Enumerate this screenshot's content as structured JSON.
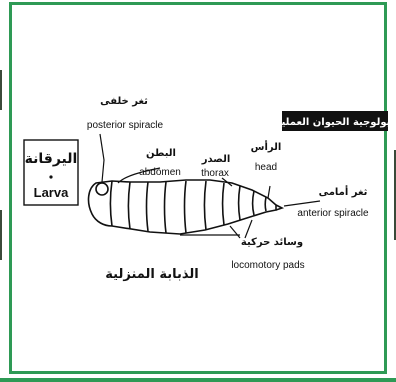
{
  "banner": {
    "text": "بيولوجية الحيوان العملية",
    "bg": "#111111",
    "fg": "#ffffff"
  },
  "badge": {
    "arabic": "اليرقانة",
    "english": "Larva"
  },
  "labels": {
    "posterior_ar": "ثغر خلفى",
    "posterior_en": "posterior spiracle",
    "abdomen_ar": "البطن",
    "abdomen_en": "abdomen",
    "thorax_ar": "الصدر",
    "thorax_en": "thorax",
    "head_ar": "الرأس",
    "head_en": "head",
    "anterior_ar": "ثغر أمامى",
    "anterior_en": "anterior spiracle",
    "pads_ar": "وسائد حركية",
    "pads_en": "locomotory pads"
  },
  "caption": "الذبابة المنزلية",
  "colors": {
    "frame": "#2e9a55",
    "ink": "#111111"
  }
}
